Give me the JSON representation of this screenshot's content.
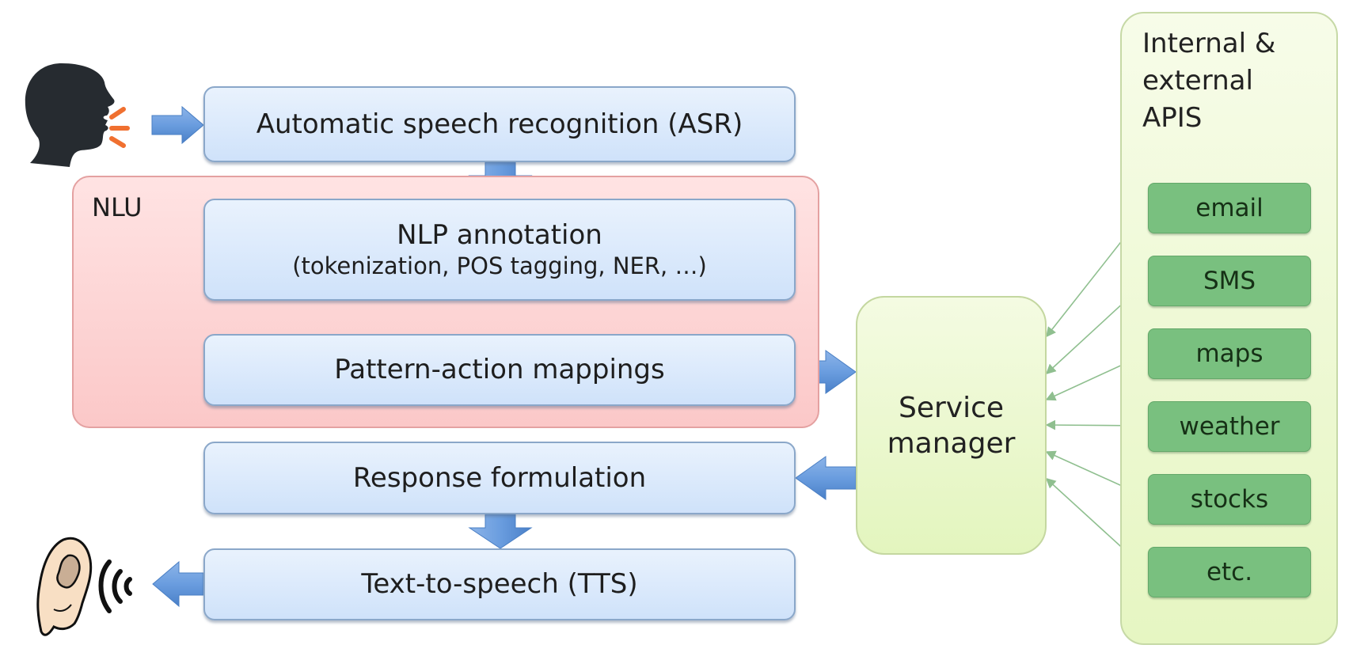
{
  "diagram": {
    "pipeline": {
      "asr": {
        "label": "Automatic speech recognition (ASR)"
      },
      "nlu": {
        "label": "NLU",
        "nlp_annotation": {
          "title": "NLP annotation",
          "subtitle": "(tokenization, POS tagging, NER, …)"
        },
        "pattern_action": {
          "label": "Pattern-action mappings"
        }
      },
      "response": {
        "label": "Response formulation"
      },
      "tts": {
        "label": "Text-to-speech (TTS)"
      }
    },
    "service_manager": {
      "line1": "Service",
      "line2": "manager"
    },
    "apis": {
      "title_lines": [
        "Internal &",
        "external",
        "APIS"
      ],
      "items": [
        "email",
        "SMS",
        "maps",
        "weather",
        "stocks",
        "etc."
      ]
    },
    "icons": {
      "input": "speaking-head-icon",
      "output": "ear-listening-icon"
    },
    "colors": {
      "pipeline_box": "#d9e8fb",
      "flow_arrow": "#5b8fd6",
      "nlu_region": "#fcd3d3",
      "service_manager": "#eaf7cd",
      "api_container": "#eff9d8",
      "api_item": "#79c07f",
      "connector": "#8fbf8f",
      "speech_waves": "#f07030"
    }
  }
}
